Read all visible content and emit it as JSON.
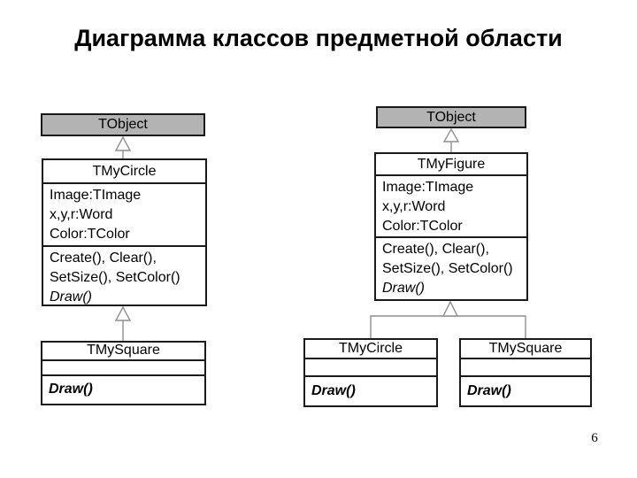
{
  "slide": {
    "title": "Диаграмма классов предметной области",
    "page_number": "6"
  },
  "colors": {
    "class_header_fill": "#b3b3b3",
    "box_border": "#1a1a1a",
    "connector_line": "#8f8f8f",
    "page_background": "#ffffff",
    "text_color": "#000000"
  },
  "hierarchy_left": {
    "root": {
      "name": "TObject"
    },
    "child": {
      "name": "TMyCircle",
      "attributes": [
        "Image:TImage",
        "x,y,r:Word",
        "Color:TColor"
      ],
      "methods": [
        "Create(), Clear(),",
        "SetSize(), SetColor()"
      ],
      "overridden_method": "Draw()"
    },
    "grandchild": {
      "name": "TMySquare",
      "overridden_method": "Draw()"
    }
  },
  "hierarchy_right": {
    "root": {
      "name": "TObject"
    },
    "child": {
      "name": "TMyFigure",
      "attributes": [
        "Image:TImage",
        "x,y,r:Word",
        "Color:TColor"
      ],
      "methods": [
        "Create(), Clear(),",
        "SetSize(), SetColor()"
      ],
      "overridden_method": "Draw()"
    },
    "grandchildren": [
      {
        "name": "TMyCircle",
        "overridden_method": "Draw()"
      },
      {
        "name": "TMySquare",
        "overridden_method": "Draw()"
      }
    ]
  }
}
